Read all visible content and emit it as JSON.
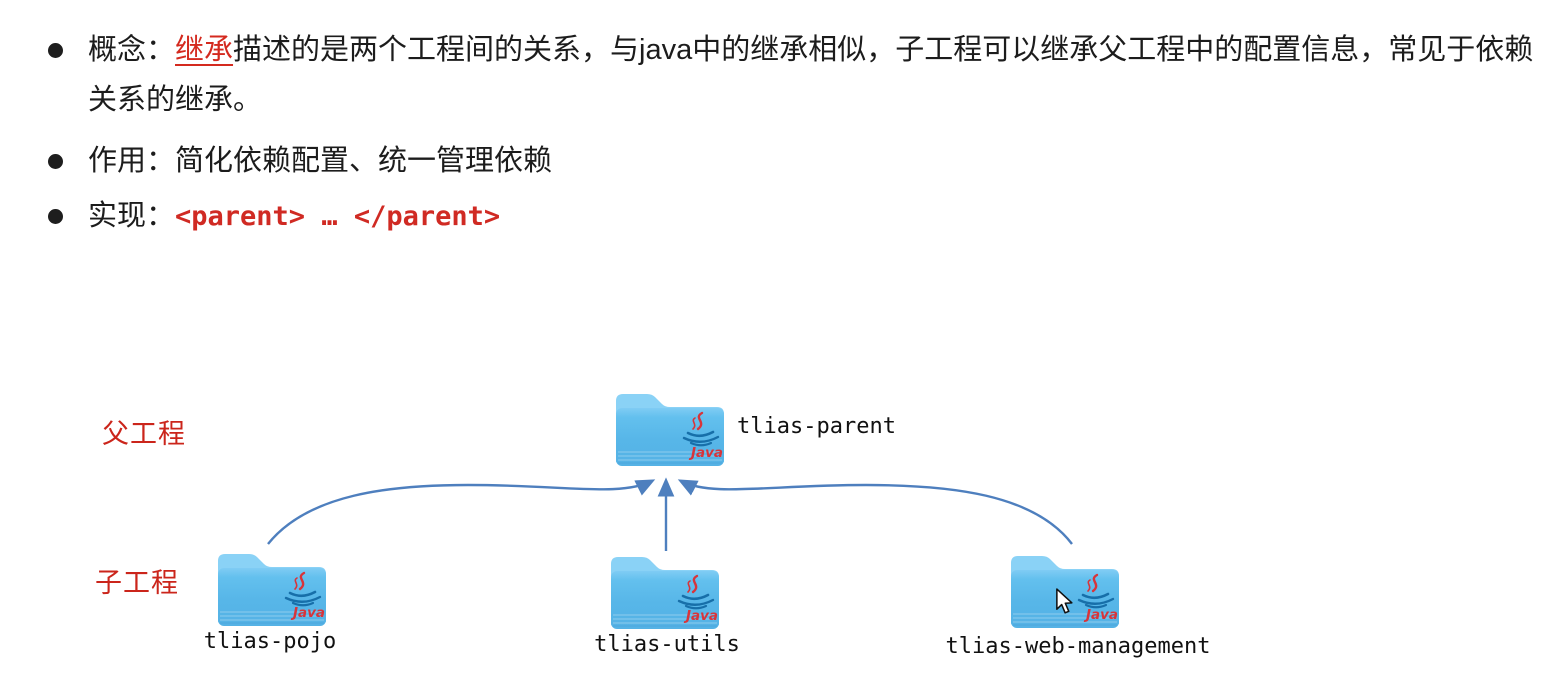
{
  "bullets": {
    "concept": {
      "prefix": "概念：",
      "highlight": "继承",
      "line1_rest": "描述的是两个工程间的关系，与java中的继承相似，子工程可以继承父工程中的配置信息，常见于依赖",
      "line2": "关系的继承。"
    },
    "purpose": {
      "prefix": "作用：",
      "text": "简化依赖配置、统一管理依赖"
    },
    "implementation": {
      "prefix": "实现：",
      "code": "<parent> … </parent>"
    }
  },
  "diagram": {
    "parent_tier_label": "父工程",
    "child_tier_label": "子工程",
    "parent_project": {
      "name": "tlias-parent"
    },
    "child_projects": [
      {
        "name": "tlias-pojo"
      },
      {
        "name": "tlias-utils"
      },
      {
        "name": "tlias-web-management"
      }
    ],
    "icons": {
      "node_icon": "java-folder-icon",
      "pointer": "mouse-cursor-icon"
    }
  },
  "colors": {
    "body_text": "#1c1c1c",
    "red_text": "#cb251b",
    "code_red": "#d02a23",
    "arrow_blue": "#4e7fbe",
    "folder_body": "#57b6e8",
    "folder_tab": "#8ad2f6",
    "java_red": "#d8343a",
    "java_blue": "#176fa9"
  }
}
